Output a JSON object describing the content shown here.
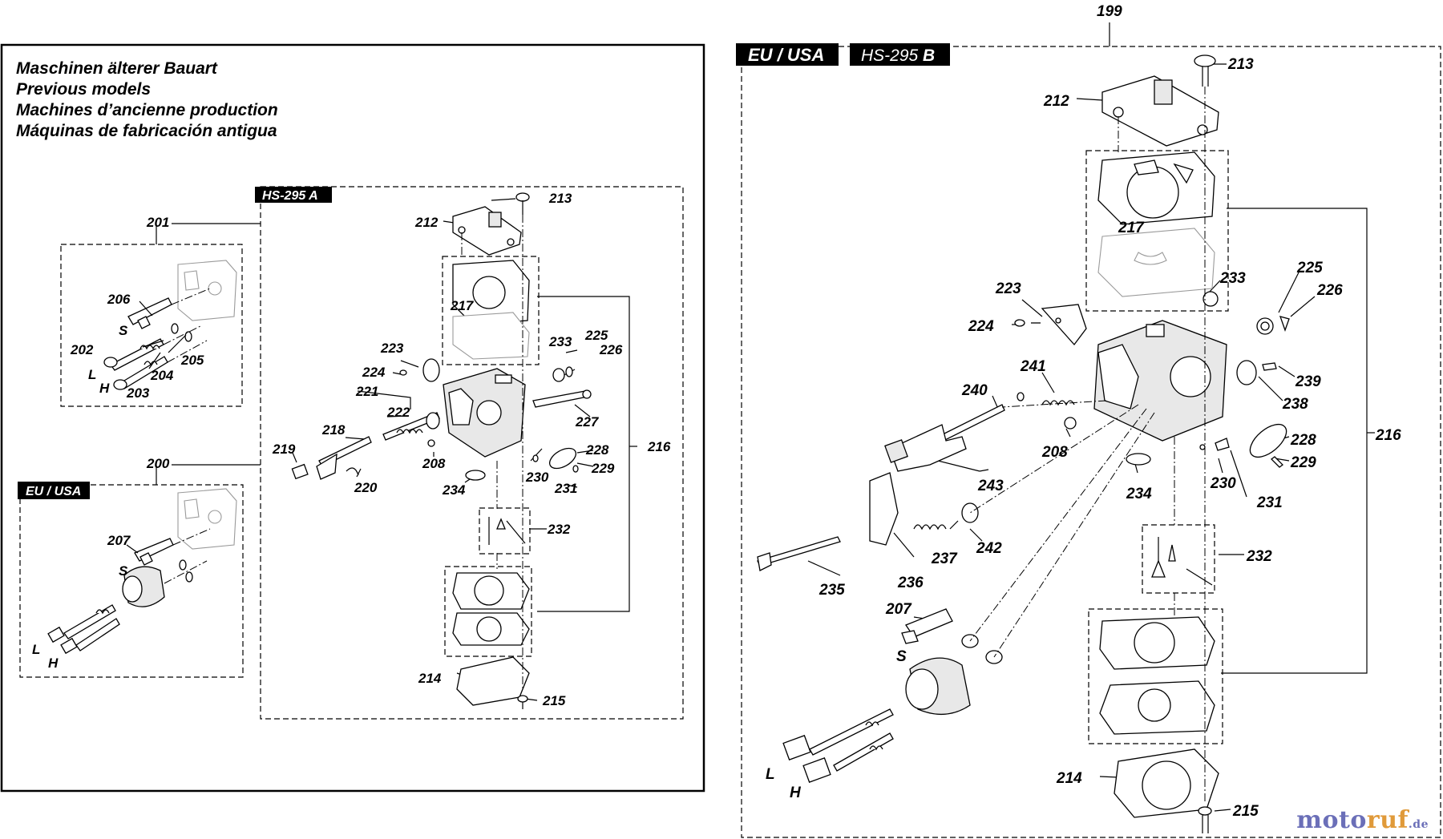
{
  "header": {
    "title_lines": [
      "Maschinen älterer Bauart",
      "Previous models",
      "Machines d’ancienne production",
      "Máquinas de fabricación antigua"
    ]
  },
  "tags": {
    "left_model": "HS-295 A",
    "left_region": "EU / USA",
    "right_region": "EU / USA",
    "right_model_prefix": "HS-295 ",
    "right_model_suffix": "B"
  },
  "left_panel": {
    "callouts": [
      "201",
      "202",
      "203",
      "204",
      "205",
      "206",
      "200",
      "207",
      "212",
      "213",
      "217",
      "216",
      "223",
      "224",
      "221",
      "222",
      "218",
      "219",
      "220",
      "208",
      "234",
      "230",
      "231",
      "233",
      "225",
      "226",
      "227",
      "228",
      "229",
      "232",
      "214",
      "215"
    ],
    "letters": {
      "s1": "S",
      "l1": "L",
      "h1": "H",
      "s2": "S",
      "l2": "L",
      "h2": "H"
    }
  },
  "right_panel": {
    "callouts": [
      "199",
      "213",
      "212",
      "217",
      "216",
      "223",
      "224",
      "233",
      "225",
      "226",
      "241",
      "240",
      "239",
      "238",
      "208",
      "243",
      "234",
      "230",
      "231",
      "228",
      "229",
      "232",
      "242",
      "237",
      "236",
      "235",
      "207",
      "214",
      "215"
    ],
    "letters": {
      "s": "S",
      "l": "L",
      "h": "H"
    }
  },
  "watermark": {
    "part_a": "moto",
    "part_b": "ruf",
    "part_c": ".de"
  }
}
